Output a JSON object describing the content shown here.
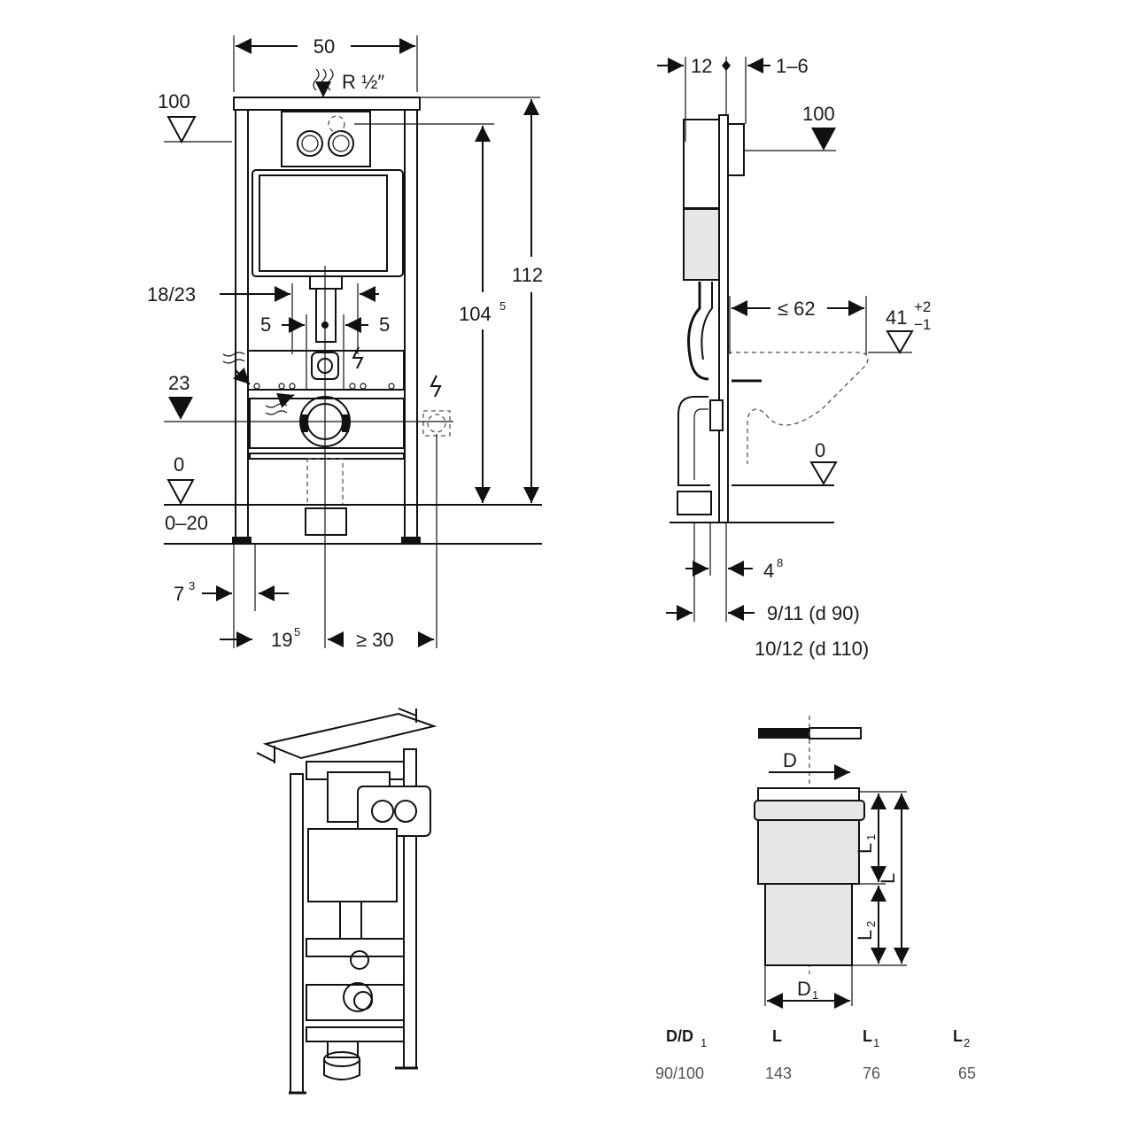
{
  "front_view": {
    "width": "50",
    "connection": "R ½″",
    "level_100": "100",
    "level_23": "23",
    "level_0": "0",
    "range_0_20": "0–20",
    "height_112": "112",
    "height_104": "104",
    "height_104_sup": "5",
    "spacing_18_23": "18/23",
    "offset_5_left": "5",
    "offset_5_right": "5",
    "foot_7": "7",
    "foot_7_sup": "3",
    "dist_19": "19",
    "dist_19_sup": "5",
    "dist_ge30": "≥ 30"
  },
  "side_view": {
    "depth_12": "12",
    "range_1_6": "1–6",
    "level_100": "100",
    "projection_le62": "≤ 62",
    "level_41": "41",
    "tol_plus": "+2",
    "tol_minus": "−1",
    "level_0": "0",
    "dist_4": "4",
    "dist_4_sup": "8",
    "depth_d90": "9/11 (d 90)",
    "depth_d110": "10/12 (d 110)"
  },
  "adapter": {
    "label_D": "D",
    "label_D1": "D",
    "label_D1_sub": "1",
    "label_L": "L",
    "label_L1": "L",
    "label_L1_sub": "1",
    "label_L2": "L",
    "label_L2_sub": "2"
  },
  "table": {
    "headers": [
      {
        "main": "D/D",
        "sub": "1"
      },
      {
        "main": "L",
        "sub": ""
      },
      {
        "main": "L",
        "sub": "1"
      },
      {
        "main": "L",
        "sub": "2"
      }
    ],
    "row": [
      "90/100",
      "143",
      "76",
      "65"
    ]
  }
}
